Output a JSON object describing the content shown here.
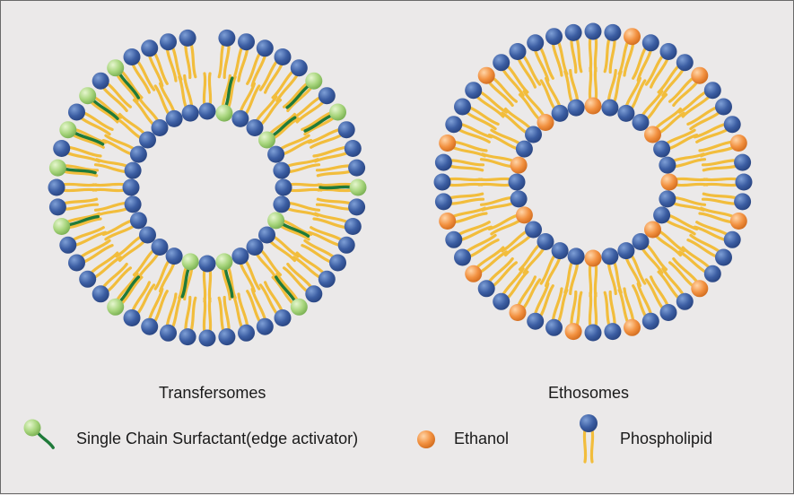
{
  "vesicles": [
    {
      "name": "Transfersomes"
    },
    {
      "name": "Ethosomes"
    }
  ],
  "legend": {
    "surfactant": "Single Chain Surfactant(edge activator)",
    "ethanol": "Ethanol",
    "phospholipid": "Phospholipid"
  },
  "colors": {
    "background": "#ebe9e9",
    "phospholipid_head": "#3f62a6",
    "lipid_tail": "#f2bd3c",
    "surfactant_head": "#a9d77f",
    "surfactant_tail": "#1f7a3a",
    "ethanol": "#f0903c"
  }
}
